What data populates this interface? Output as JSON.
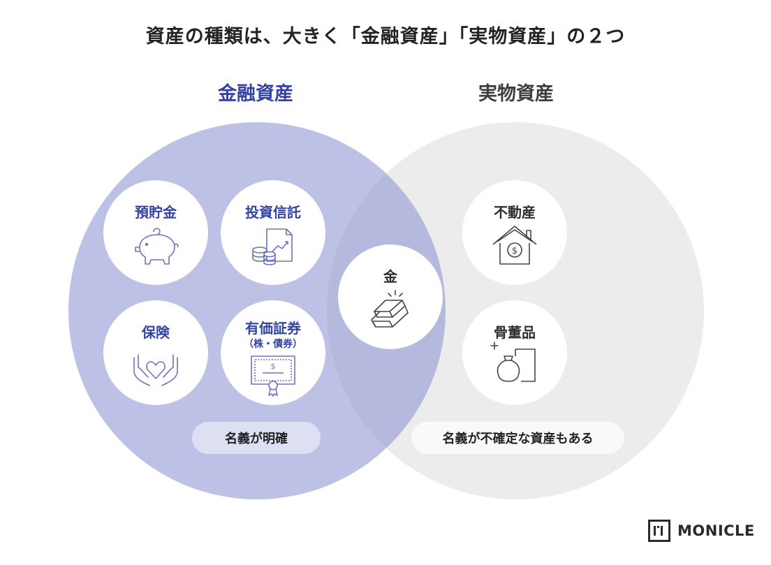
{
  "title": "資産の種類は、大きく「金融資産」「実物資産」の２つ",
  "groups": {
    "financial": {
      "label": "金融資産",
      "items": [
        {
          "label": "預貯金",
          "icon": "piggy-bank-icon"
        },
        {
          "label": "投資信託",
          "icon": "coins-chart-icon"
        },
        {
          "label": "保険",
          "icon": "hands-heart-icon"
        },
        {
          "label": "有価証券",
          "sub": "（株・債券）",
          "icon": "certificate-icon"
        }
      ],
      "note": "名義が明確",
      "color": "#3344a3"
    },
    "physical": {
      "label": "実物資産",
      "items": [
        {
          "label": "不動産",
          "icon": "house-dollar-icon"
        },
        {
          "label": "骨董品",
          "icon": "vase-icon"
        }
      ],
      "note": "名義が不確定な資産もある",
      "color": "#3d3d3d"
    },
    "overlap": {
      "label": "金",
      "icon": "gold-bars-icon"
    }
  },
  "brand": {
    "name": "MONICLE"
  }
}
